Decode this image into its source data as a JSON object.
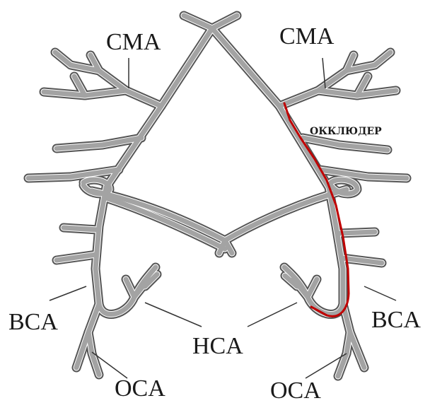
{
  "labels": {
    "cma_left": "CMA",
    "cma_right": "CMA",
    "occluder": "ОККЛЮДЕР",
    "bca_left": "BCA",
    "bca_right": "BCA",
    "hca": "HCA",
    "oca_left": "OCA",
    "oca_right": "OCA"
  },
  "colors": {
    "vessel": "#9a9a9a",
    "vessel_wall": "#555555",
    "occluder": "#c00000",
    "text": "#1a1a1a"
  }
}
